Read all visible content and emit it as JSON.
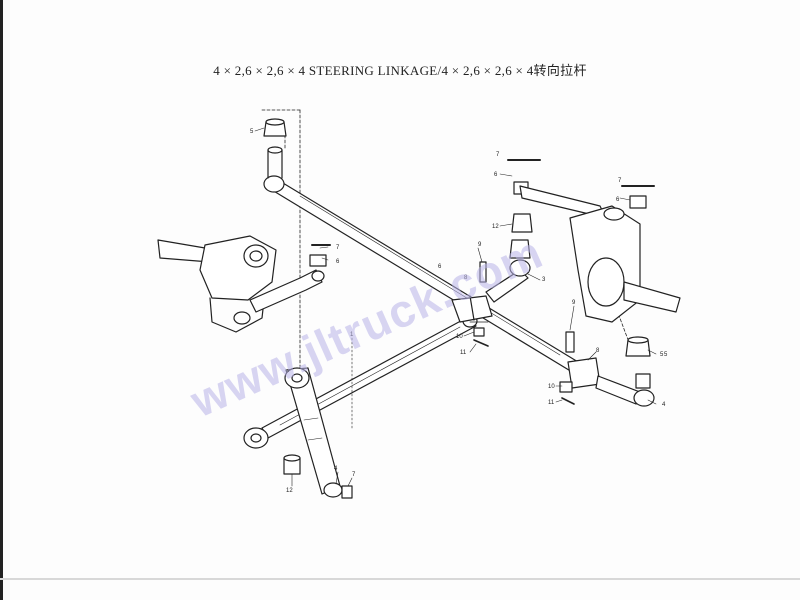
{
  "title": "4 × 2,6 × 2,6 × 4 STEERING LINKAGE/4 × 2,6 × 2,6 × 4转向拉杆",
  "watermark": "www.jltruck.com",
  "colors": {
    "ink": "#222222",
    "watermark": "#b9b4e8",
    "paper": "#fdfdfd"
  },
  "callouts": [
    "5",
    "7",
    "6",
    "7",
    "6",
    "12",
    "9",
    "6",
    "5",
    "3",
    "8",
    "7",
    "6",
    "9",
    "10",
    "11",
    "8",
    "10",
    "11",
    "4",
    "5",
    "1",
    "12",
    "4",
    "7"
  ]
}
